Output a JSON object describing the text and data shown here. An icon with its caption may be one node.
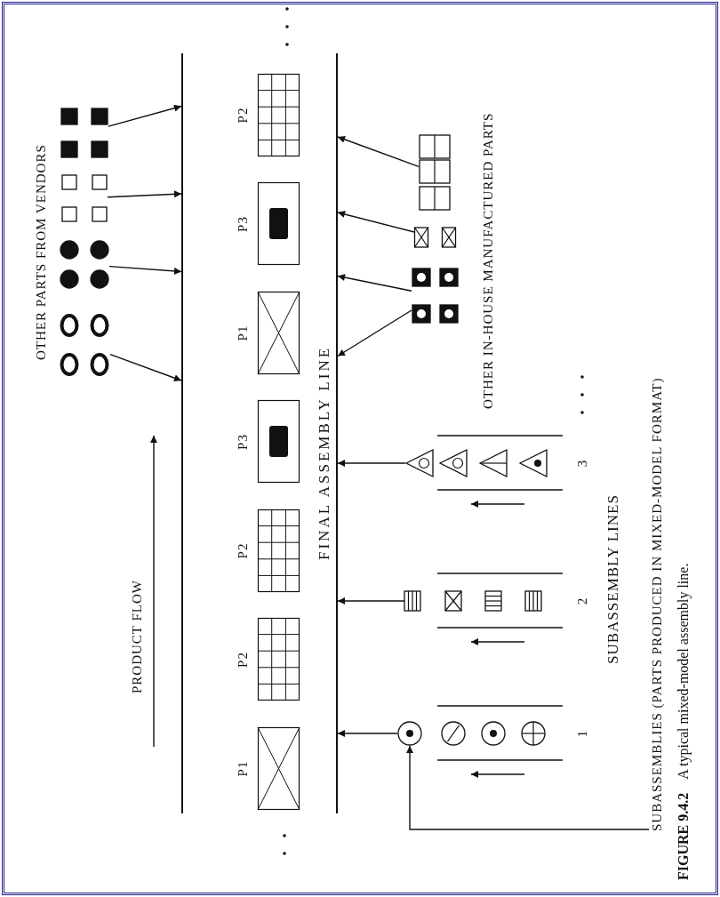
{
  "diagram": {
    "caption": "**FIGURE 9.4.2**    A typical mixed-model assembly line.",
    "nodes": [
      {
        "text": [
          "FINAL ASSEMBLY LINE"
        ]
      },
      {
        "text": [
          "P1"
        ],
        "in": 0
      },
      {
        "text": [
          "P2"
        ],
        "in": 0
      },
      {
        "text": [
          "P2"
        ],
        "in": 0
      },
      {
        "text": [
          "P3"
        ],
        "in": 0
      },
      {
        "text": [
          "P1"
        ],
        "in": 0
      },
      {
        "text": [
          "P3"
        ],
        "in": 0
      },
      {
        "text": [
          "P2"
        ],
        "in": 0
      },
      {
        "text": [],
        "shape": "box"
      },
      {
        "text": [],
        "shape": "box"
      },
      {
        "text": [],
        "shape": "circle"
      },
      {
        "text": [],
        "shape": "circle"
      },
      {
        "text": [],
        "shape": "box"
      },
      {
        "text": [],
        "shape": "box"
      },
      {
        "text": [],
        "shape": "box"
      },
      {
        "text": [
          "1"
        ]
      },
      {
        "text": [],
        "shape": "circle"
      },
      {
        "text": [
          "2"
        ]
      },
      {
        "text": [],
        "shape": "box"
      },
      {
        "text": [
          "3"
        ]
      },
      {
        "text": [],
        "shape": "triangle"
      },
      {
        "text": [
          "SUBASSEMBLIES (PARTS PRODUCED IN MIXED-MODEL FORMAT)"
        ]
      }
    ],
    "edges": [
      {
        "from": 8,
        "to": 0,
        "arrow": "to"
      },
      {
        "from": 9,
        "to": 0,
        "arrow": "to"
      },
      {
        "from": 10,
        "to": 0,
        "arrow": "to"
      },
      {
        "from": 11,
        "to": 0,
        "arrow": "to"
      },
      {
        "from": 12,
        "to": 0,
        "arrow": "to"
      },
      {
        "from": 13,
        "to": 0,
        "arrow": "to"
      },
      {
        "from": 14,
        "to": 0,
        "arrow": "to"
      },
      {
        "from": 14,
        "to": 0,
        "arrow": "to"
      },
      {
        "from": 16,
        "to": 0,
        "arrow": "to"
      },
      {
        "from": 18,
        "to": 0,
        "arrow": "to"
      },
      {
        "from": 20,
        "to": 0,
        "arrow": "to"
      },
      {
        "from": 21,
        "to": 16,
        "arrow": "to"
      }
    ],
    "labels": [
      "OTHER PARTS FROM VENDORS",
      "PRODUCT FLOW",
      "OTHER IN-HOUSE MANUFACTURED PARTS",
      "SUBASSEMBLY LINES"
    ]
  }
}
